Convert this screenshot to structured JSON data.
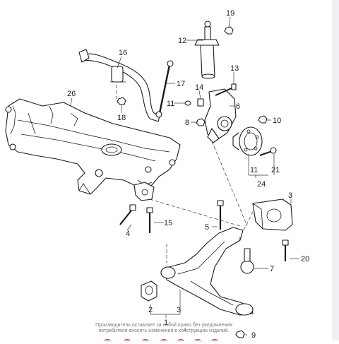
{
  "diagram": {
    "notice_line1": "Производитель оставляет за собой право без уведомления",
    "notice_line2": "потребителя вносить изменения в конструкцию изделий.",
    "callouts": {
      "c1": "1",
      "c2": "2",
      "c3_bottom": "3",
      "c3_top": "3",
      "c4": "4",
      "c5": "5",
      "c6": "6",
      "c7": "7",
      "c8": "8",
      "c9": "9",
      "c10": "10",
      "c11_left": "11",
      "c11_bottom": "11",
      "c12": "12",
      "c13": "13",
      "c14": "14",
      "c15": "15",
      "c16": "16",
      "c17": "17",
      "c18": "18",
      "c19": "19",
      "c20": "20",
      "c21": "21",
      "c24": "24",
      "c26": "26"
    },
    "accent_color": "#e73a57"
  }
}
